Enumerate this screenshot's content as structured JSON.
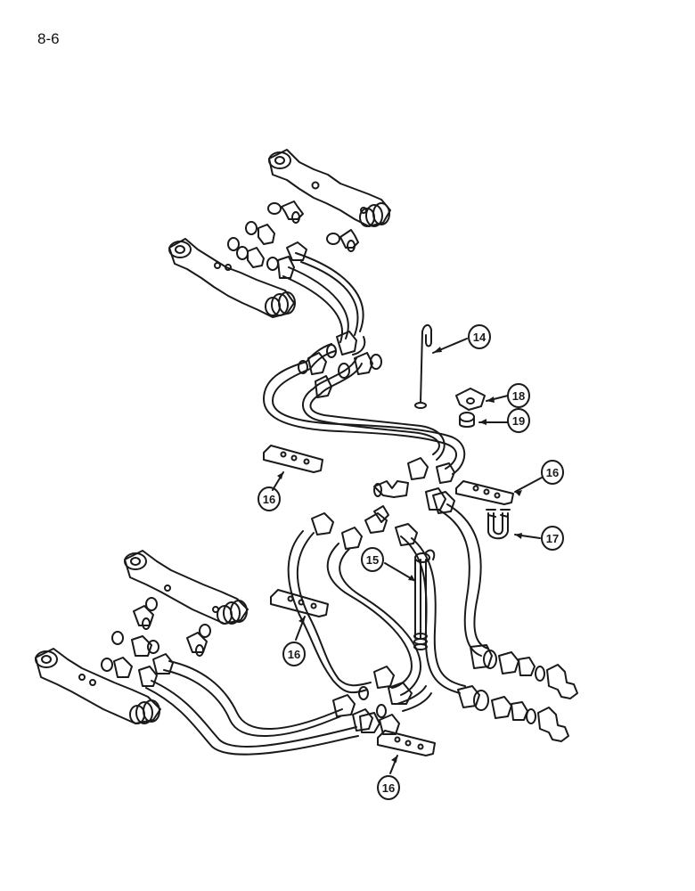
{
  "page": {
    "number": "8-6"
  },
  "callouts": {
    "c14": "14",
    "c18": "18",
    "c19": "19",
    "c16a": "16",
    "c16b": "16",
    "c17": "17",
    "c15": "15",
    "c16c": "16",
    "c16d": "16"
  },
  "colors": {
    "ink": "#1a1a1a",
    "paper": "#ffffff"
  }
}
